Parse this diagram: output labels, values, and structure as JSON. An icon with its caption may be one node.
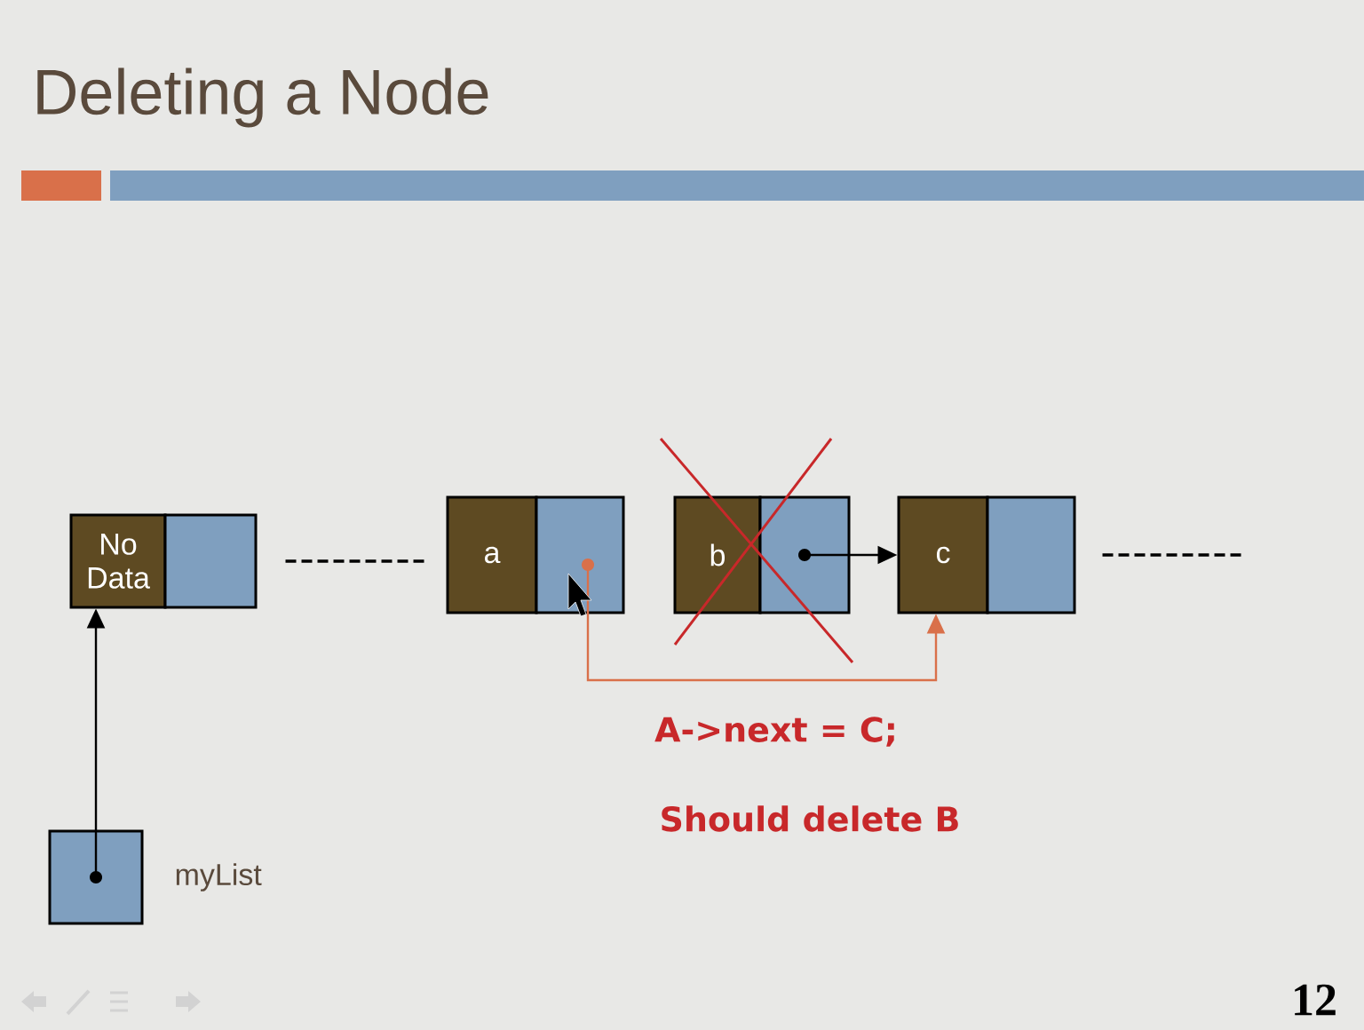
{
  "diagram": {
    "title": "Deleting a Node",
    "nodes": [
      {
        "text": [
          "No Data"
        ]
      },
      {
        "text": [],
        "shape": "box"
      },
      {
        "text": [
          "a"
        ]
      },
      {
        "text": [],
        "shape": "box"
      },
      {
        "text": [
          "b"
        ]
      },
      {
        "text": [],
        "shape": "box"
      },
      {
        "text": [
          "c"
        ]
      },
      {
        "text": [],
        "shape": "box"
      },
      {
        "text": [],
        "shape": "box",
        "beside": [
          "myList"
        ]
      }
    ],
    "edges": [
      {
        "from": 8,
        "to": 0,
        "arrow": "to"
      },
      {
        "from": 1,
        "to": 2,
        "arrow": "none",
        "style": "dashed"
      },
      {
        "from": 3,
        "to": 6,
        "arrow": "to",
        "color": "#d9704a"
      },
      {
        "from": 5,
        "to": 6,
        "arrow": "to"
      },
      {
        "from": 7,
        "to": null,
        "arrow": "none",
        "style": "dashed"
      }
    ],
    "labels": [
      "A->next = C;",
      "Should delete B",
      "12"
    ]
  }
}
